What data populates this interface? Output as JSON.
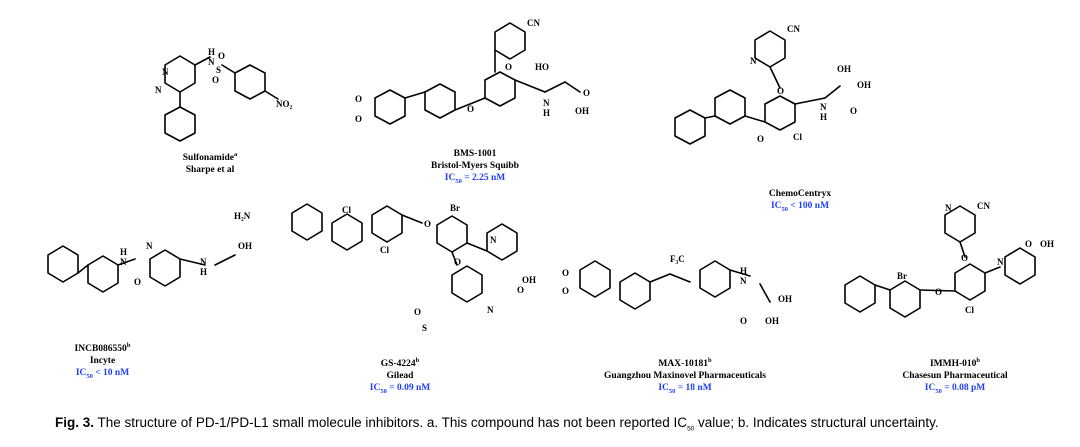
{
  "compounds": [
    {
      "name": "Sulfonamide",
      "sup": "a",
      "org": "Sharpe et al",
      "ic50": ""
    },
    {
      "name": "BMS-1001",
      "sup": "",
      "org": "Bristol-Myers Squibb",
      "ic50_prefix": "IC",
      "ic50_sub": "50",
      "ic50_value": " = 2.25 nM"
    },
    {
      "name": "ChemoCentryx",
      "sup": "",
      "org": "",
      "ic50_prefix": "IC",
      "ic50_sub": "50",
      "ic50_value": " < 100 nM"
    },
    {
      "name": "INCB086550",
      "sup": "b",
      "org": "Incyte",
      "ic50_prefix": "IC",
      "ic50_sub": "50",
      "ic50_value": " < 10 nM"
    },
    {
      "name": "GS-4224",
      "sup": "b",
      "org": "Gilead",
      "ic50_prefix": "IC",
      "ic50_sub": "50",
      "ic50_value": " = 0.09 nM"
    },
    {
      "name": "MAX-10181",
      "sup": "b",
      "org": "Guangzhou Maxinovel Pharmaceuticals",
      "ic50_prefix": "IC",
      "ic50_sub": "50",
      "ic50_value": " = 18 nM"
    },
    {
      "name": "IMMH-010",
      "sup": "b",
      "org": "Chasesun Pharmaceutical",
      "ic50_prefix": "IC",
      "ic50_sub": "50",
      "ic50_value": " = 0.08 pM"
    }
  ],
  "caption": {
    "label": "Fig. 3.",
    "text_a": " The structure of PD-1/PD-L1 small molecule inhibitors. a. This compound has not been reported IC",
    "sub": "50",
    "text_b": " value; b. Indicates structural uncertainty."
  }
}
